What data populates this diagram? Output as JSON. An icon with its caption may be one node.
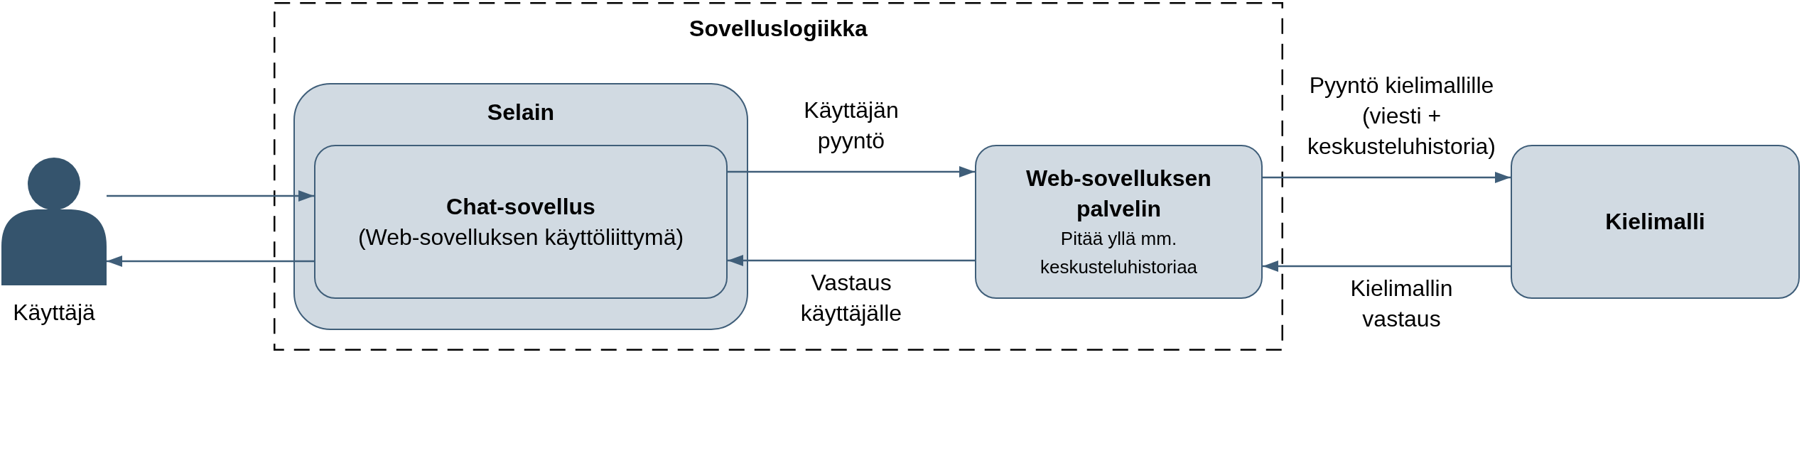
{
  "diagram": {
    "nodes": [
      {
        "text": [],
        "shape": "person",
        "beside": [
          "Käyttäjä"
        ]
      },
      {
        "text": [
          "Sovelluslogiikka"
        ]
      },
      {
        "text": [
          "Selain"
        ],
        "in": 1
      },
      {
        "text": [
          "Chat-sovellus",
          "(Web-sovelluksen käyttöliittymä)"
        ],
        "in": 2
      },
      {
        "text": [
          "Web-sovelluksen palvelin",
          "Pitää yllä mm. keskusteluhistoriaa"
        ],
        "in": 1
      },
      {
        "text": [
          "Kielimalli"
        ]
      }
    ],
    "edges": [
      {
        "from": 0,
        "to": 3,
        "arrow": "to"
      },
      {
        "from": 3,
        "to": 0,
        "arrow": "to"
      },
      {
        "from": 3,
        "to": 4,
        "arrow": "to",
        "label": "Käyttäjän pyyntö"
      },
      {
        "from": 4,
        "to": 3,
        "arrow": "to",
        "label": "Vastaus käyttäjälle"
      },
      {
        "from": 4,
        "to": 5,
        "arrow": "to",
        "label": "Pyyntö kielimallille (viesti + keskusteluhistoria)"
      },
      {
        "from": 5,
        "to": 4,
        "arrow": "to",
        "label": "Kielimallin vastaus"
      }
    ]
  }
}
